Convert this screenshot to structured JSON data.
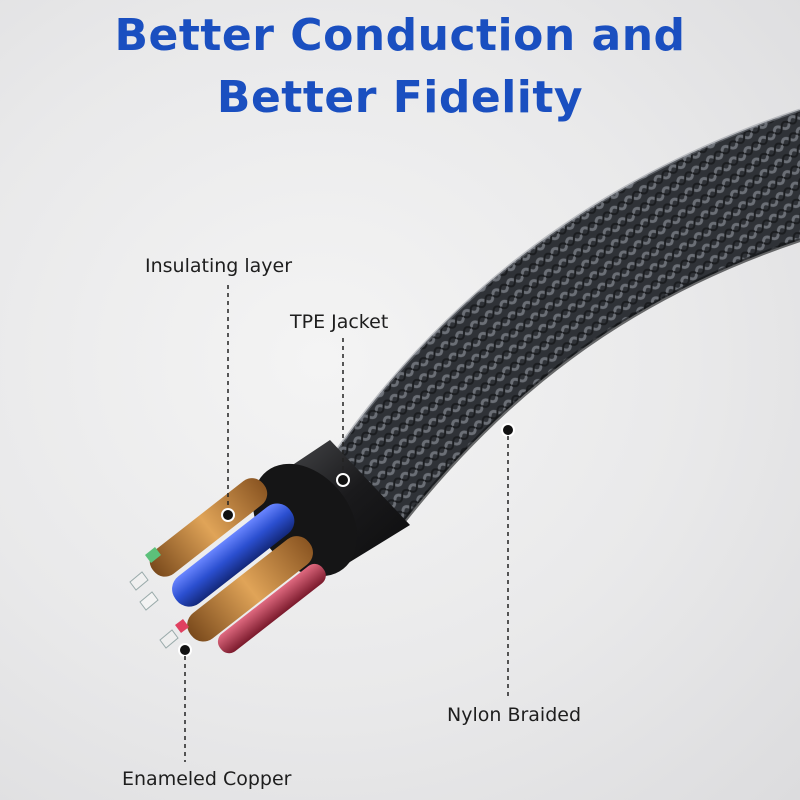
{
  "headline": {
    "line1": "Better Conduction and",
    "line2": "Better Fidelity",
    "color": "#1a4fc0"
  },
  "callouts": {
    "insulating_layer": "Insulating layer",
    "tpe_jacket": "TPE Jacket",
    "nylon_braided": "Nylon Braided",
    "enameled_copper": "Enameled Copper"
  },
  "colors": {
    "braid": "#3a3d42",
    "jacket": "#1c1c1e",
    "copper": "#c98a3c",
    "blue_strand": "#2b4fd0",
    "red_strand": "#b8324a"
  }
}
